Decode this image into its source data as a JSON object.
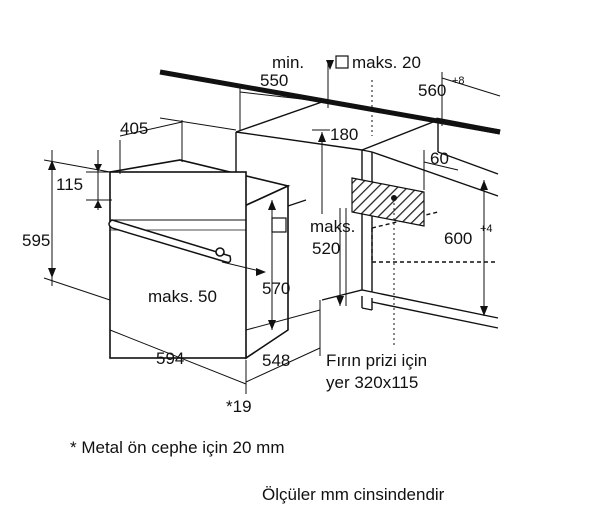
{
  "labels": {
    "min_label": "min.",
    "min_value": "550",
    "maks20": "maks. 20",
    "w560": "560",
    "w560_sup": "+8",
    "d405": "405",
    "h180": "180",
    "h115": "115",
    "w60": "60",
    "h595": "595",
    "maks_label": "maks.",
    "maks_value": "520",
    "h600": "600",
    "h600_sup": "+4",
    "maks50": "maks. 50",
    "h570": "570",
    "w594": "594",
    "d548": "548",
    "socket_line1": "Fırın prizi için",
    "socket_line2": "yer 320x115",
    "star19": "*19"
  },
  "notes": {
    "metal_front": "* Metal ön cephe için 20 mm",
    "units": "Ölçüler mm cinsindendir"
  },
  "colors": {
    "line": "#111111",
    "hatch": "#222222"
  }
}
